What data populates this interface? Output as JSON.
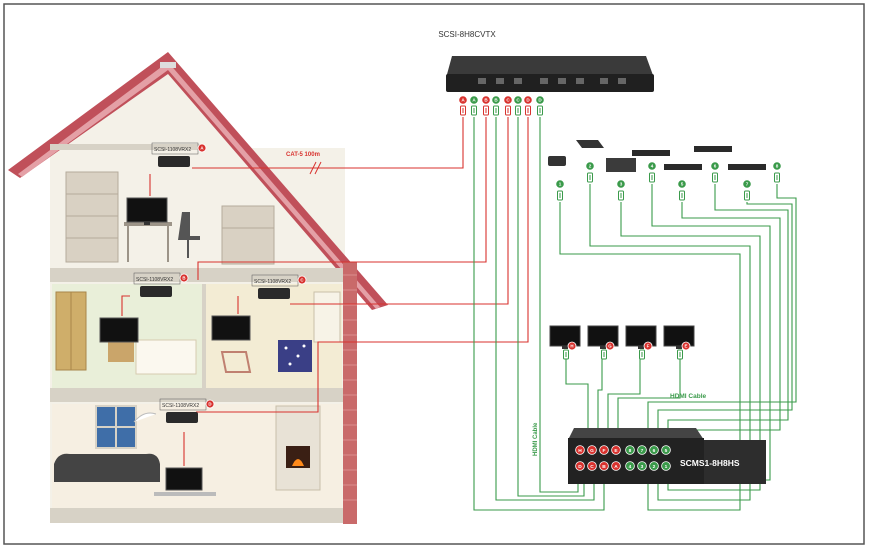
{
  "colors": {
    "red_wire": "#d8322e",
    "green_wire": "#3a9a4a",
    "roof": "#b8434a",
    "brick": "#c96a6a",
    "wall": "#f2efe6",
    "device": "#2a2a2a",
    "frame": "#555555"
  },
  "top_device": {
    "label": "SCSI-8H8CVTX",
    "red_ports": [
      "A",
      "B",
      "C",
      "D"
    ],
    "green_ports": [
      "A",
      "B",
      "C",
      "D"
    ]
  },
  "cat_label": "CAT-5 100m",
  "receivers": [
    {
      "id": "A",
      "label": "SCSI-1108VRX2"
    },
    {
      "id": "B",
      "label": "SCSI-1108VRX2"
    },
    {
      "id": "C",
      "label": "SCSI-1108VRX2"
    },
    {
      "id": "D",
      "label": "SCSI-1108VRX2"
    }
  ],
  "sources": [
    "1",
    "2",
    "3",
    "4",
    "5",
    "6",
    "7",
    "8"
  ],
  "displays": [
    "H",
    "G",
    "F",
    "E"
  ],
  "hdmi_cable_label": "HDMI Cable",
  "hdmi_cable_label_v": "HDMI Cable",
  "matrix": {
    "label": "SCMS1-8H8HS",
    "outputs_top": [
      "H",
      "G",
      "F",
      "E"
    ],
    "outputs_bottom": [
      "D",
      "C",
      "B",
      "A"
    ],
    "inputs_top": [
      "8",
      "7",
      "6",
      "5"
    ],
    "inputs_bottom": [
      "4",
      "3",
      "2",
      "1"
    ]
  }
}
